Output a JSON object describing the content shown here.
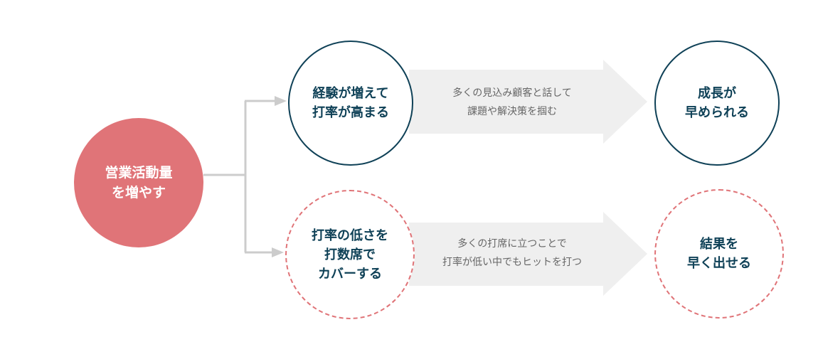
{
  "source": {
    "line1": "営業活動量",
    "line2": "を増やす"
  },
  "top_path": {
    "cause": {
      "line1": "経験が増えて",
      "line2": "打率が高まる"
    },
    "note": {
      "line1": "多くの見込み顧客と話して",
      "line2": "課題や解決策を掴む"
    },
    "result": {
      "line1": "成長が",
      "line2": "早められる"
    }
  },
  "bottom_path": {
    "cause": {
      "line1": "打率の低さを",
      "line2": "打数席で",
      "line3": "カバーする"
    },
    "note": {
      "line1": "多くの打席に立つことで",
      "line2": "打率が低い中でもヒットを打つ"
    },
    "result": {
      "line1": "結果を",
      "line2": "早く出せる"
    }
  },
  "colors": {
    "accent": "#e07478",
    "navy": "#0f4157",
    "arrow_fill": "#efefef",
    "connector": "#cccccc"
  }
}
